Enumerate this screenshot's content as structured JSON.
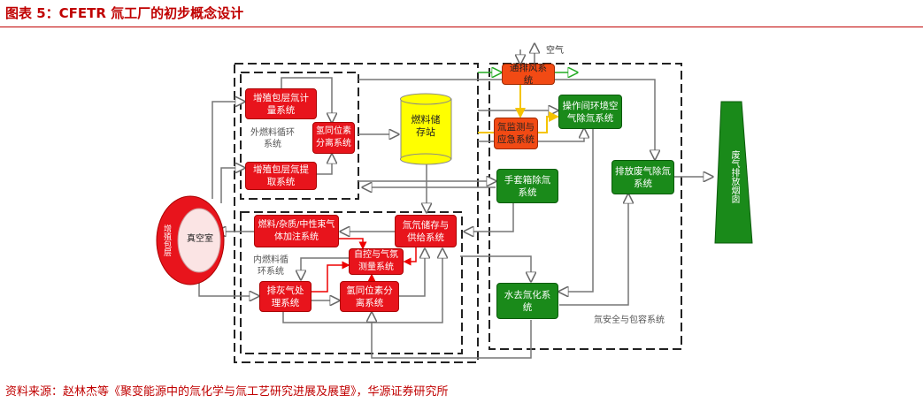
{
  "title": "图表 5：CFETR 氚工厂的初步概念设计",
  "source": "资料来源：赵林杰等《聚变能源中的氚化学与氚工艺研究进展及展望》，华源证券研究所",
  "diagram": {
    "outer_loop": {
      "blanket_metering": "增殖包层氚计量系统",
      "isotope_separation": "氢同位素分离系统",
      "blanket_extraction": "增殖包层氚提取系统",
      "label": "外燃料循环系统"
    },
    "fuel_storage": "燃料储存站",
    "ventilation": "通排风系统",
    "air": "空气",
    "monitoring": "氚监测与应急系统",
    "room_air_detritiation": "操作间环境空气除氚系统",
    "glovebox_detritiation": "手套箱除氚系统",
    "exhaust_detritiation": "排放废气除氚系统",
    "stack": "废气排放烟囱",
    "water_detritiation": "水去氚化系统",
    "safety_label": "氚安全与包容系统",
    "inner_loop": {
      "fueling": "燃料/杂质/中性束气体加注系统",
      "storage_supply": "氚氘储存与供给系统",
      "control_measure": "自控与气氛测量系统",
      "exhaust_processing": "排灰气处理系统",
      "isotope_separation": "氢同位素分离系统",
      "label": "内燃料循环系统"
    },
    "vacuum_chamber": "真空室",
    "blanket": "增殖包层"
  }
}
